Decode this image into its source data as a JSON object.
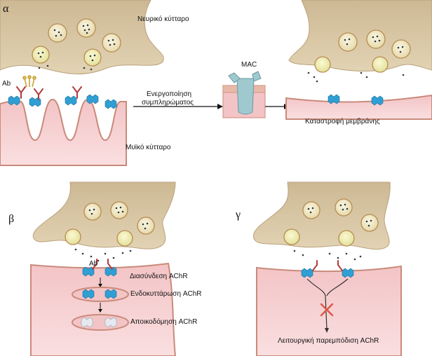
{
  "panels": {
    "a": "α",
    "b": "β",
    "c": "γ"
  },
  "labels": {
    "nerve_cell": "Νευρικό κύτταρο",
    "muscle_cell": "Μυϊκό κύτταρο",
    "ab_a": "Ab",
    "ab_b": "Ab",
    "complement_line1": "Ενεργοποίηση",
    "complement_line2": "συμπληρώματος",
    "mac": "MAC",
    "membrane_destruction": "Καταστροφή μεμβράνης",
    "crosslinking": "Διασύνδεση AChR",
    "endocytosis": "Ενδοκυττάρωση AChR",
    "degradation": "Αποικοδόμηση AChR",
    "functional_block": "Λειτουργική παρεμπόδιση AChR"
  },
  "colors": {
    "nerve": "#d9c8a8",
    "nerve_edge": "#b9a27c",
    "muscle": "#f7d5d6",
    "muscle_edge": "#c98a7a",
    "receptor": "#2f9fd4",
    "antibody": "#b33b3b",
    "vesicle": "#efe6c2",
    "vesicle_edge": "#b78c55",
    "block_cross": "#d9574a"
  }
}
